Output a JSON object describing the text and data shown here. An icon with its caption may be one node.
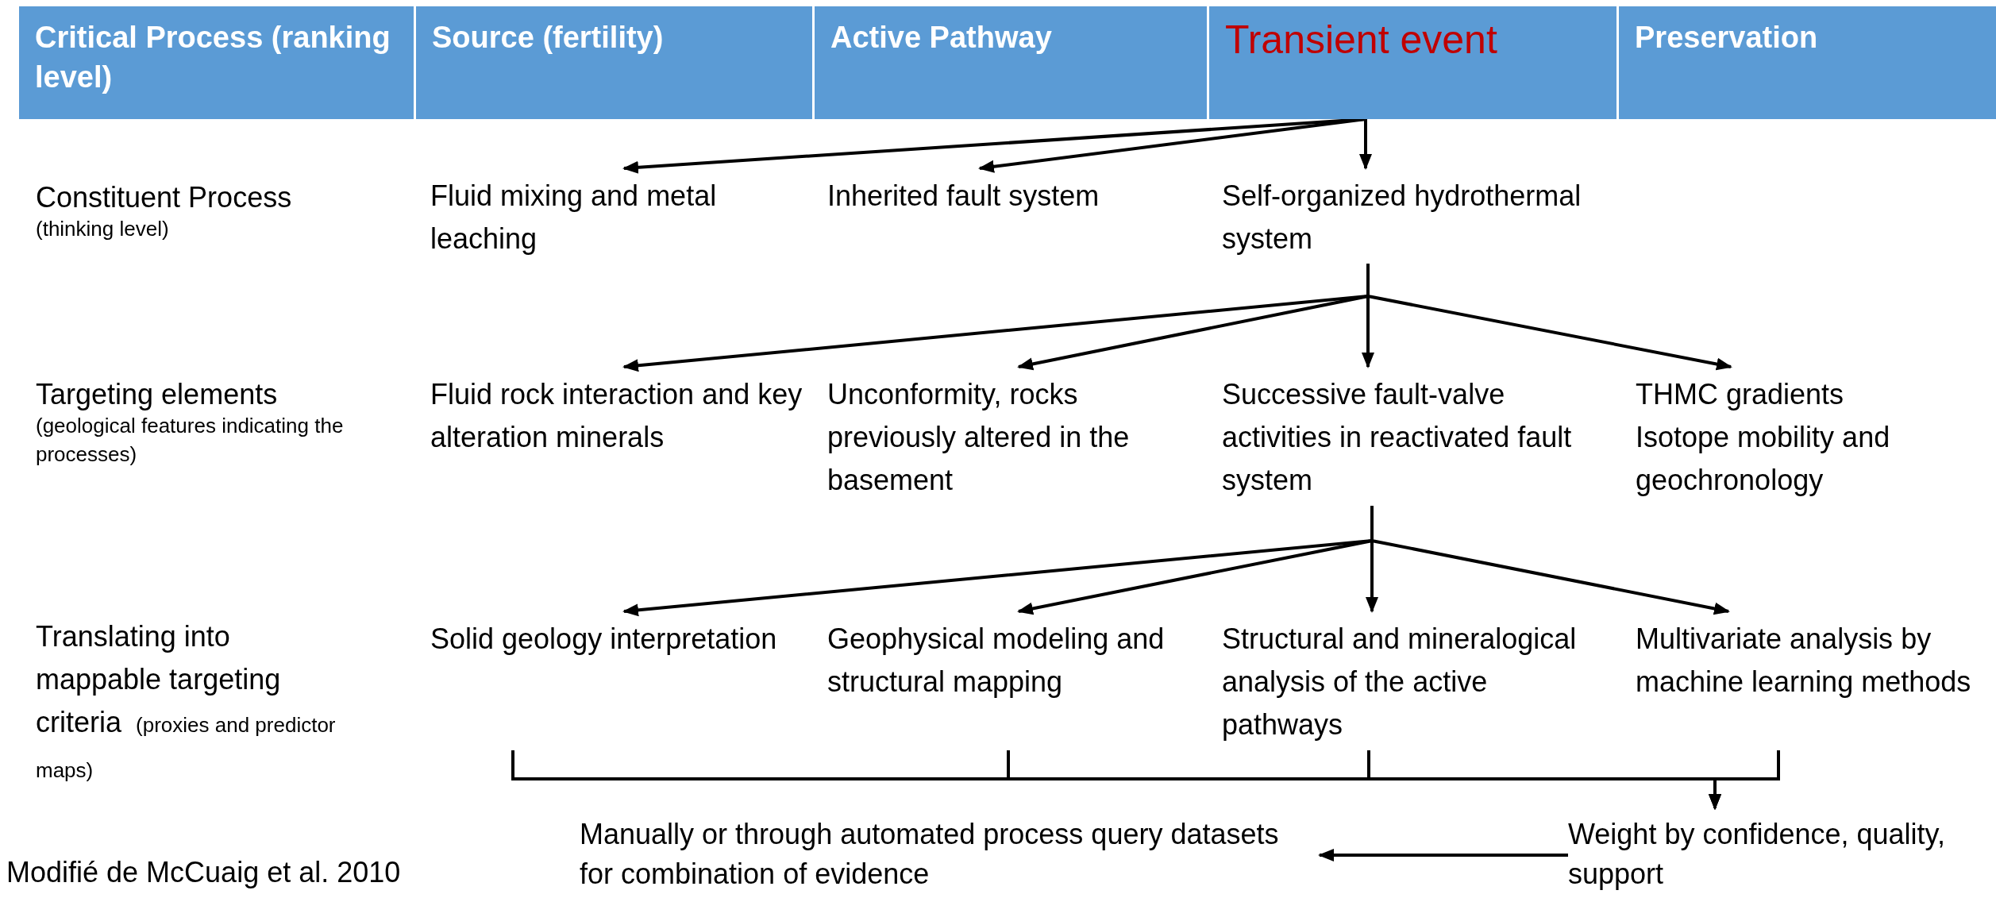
{
  "diagram": {
    "nodes": [
      {
        "text": [
          "Critical Process (ranking level)"
        ]
      },
      {
        "text": [
          "Source (fertility)"
        ]
      },
      {
        "text": [
          "Active Pathway"
        ]
      },
      {
        "text": [
          "Transient event"
        ]
      },
      {
        "text": [
          "Preservation"
        ]
      },
      {
        "text": [
          "Fluid mixing and metal leaching"
        ]
      },
      {
        "text": [
          "Inherited fault system"
        ]
      },
      {
        "text": [
          "Self-organized hydrothermal system"
        ]
      },
      {
        "text": [
          "Fluid rock interaction and key alteration minerals"
        ]
      },
      {
        "text": [
          "Unconformity, rocks previously altered in the basement"
        ]
      },
      {
        "text": [
          "Successive fault-valve activities in reactivated fault system"
        ]
      },
      {
        "text": [
          "THMC gradients",
          "Isotope mobility and geochronology"
        ]
      },
      {
        "text": [
          "Solid geology interpretation"
        ]
      },
      {
        "text": [
          "Geophysical modeling and structural mapping"
        ]
      },
      {
        "text": [
          "Structural and mineralogical analysis of the active pathways"
        ]
      },
      {
        "text": [
          "Multivariate analysis by machine learning methods"
        ]
      },
      {
        "text": [
          "Weight by confidence, quality, support"
        ]
      },
      {
        "text": [
          "Manually or through automated process query datasets for combination of evidence"
        ]
      }
    ],
    "edges": [
      {
        "from": 3,
        "to": 5,
        "arrow": "to"
      },
      {
        "from": 3,
        "to": 6,
        "arrow": "to"
      },
      {
        "from": 3,
        "to": 7,
        "arrow": "to"
      },
      {
        "from": 7,
        "to": 8,
        "arrow": "to"
      },
      {
        "from": 7,
        "to": 9,
        "arrow": "to"
      },
      {
        "from": 7,
        "to": 10,
        "arrow": "to"
      },
      {
        "from": 7,
        "to": 11,
        "arrow": "to"
      },
      {
        "from": 10,
        "to": 12,
        "arrow": "to"
      },
      {
        "from": 10,
        "to": 13,
        "arrow": "to"
      },
      {
        "from": 10,
        "to": 14,
        "arrow": "to"
      },
      {
        "from": 10,
        "to": 15,
        "arrow": "to"
      },
      {
        "from": 12,
        "to": 16,
        "arrow": "to"
      },
      {
        "from": 13,
        "to": 16,
        "arrow": "to"
      },
      {
        "from": 14,
        "to": 16,
        "arrow": "to"
      },
      {
        "from": 15,
        "to": 16,
        "arrow": "to"
      },
      {
        "from": 16,
        "to": 17,
        "arrow": "to"
      }
    ],
    "labels": [
      "Constituent Process",
      "(thinking level)",
      "Targeting elements",
      "(geological features indicating the processes)",
      "Translating into mappable targeting criteria",
      "(proxies and predictor maps)",
      "Modifié de McCuaig et al. 2010"
    ]
  }
}
